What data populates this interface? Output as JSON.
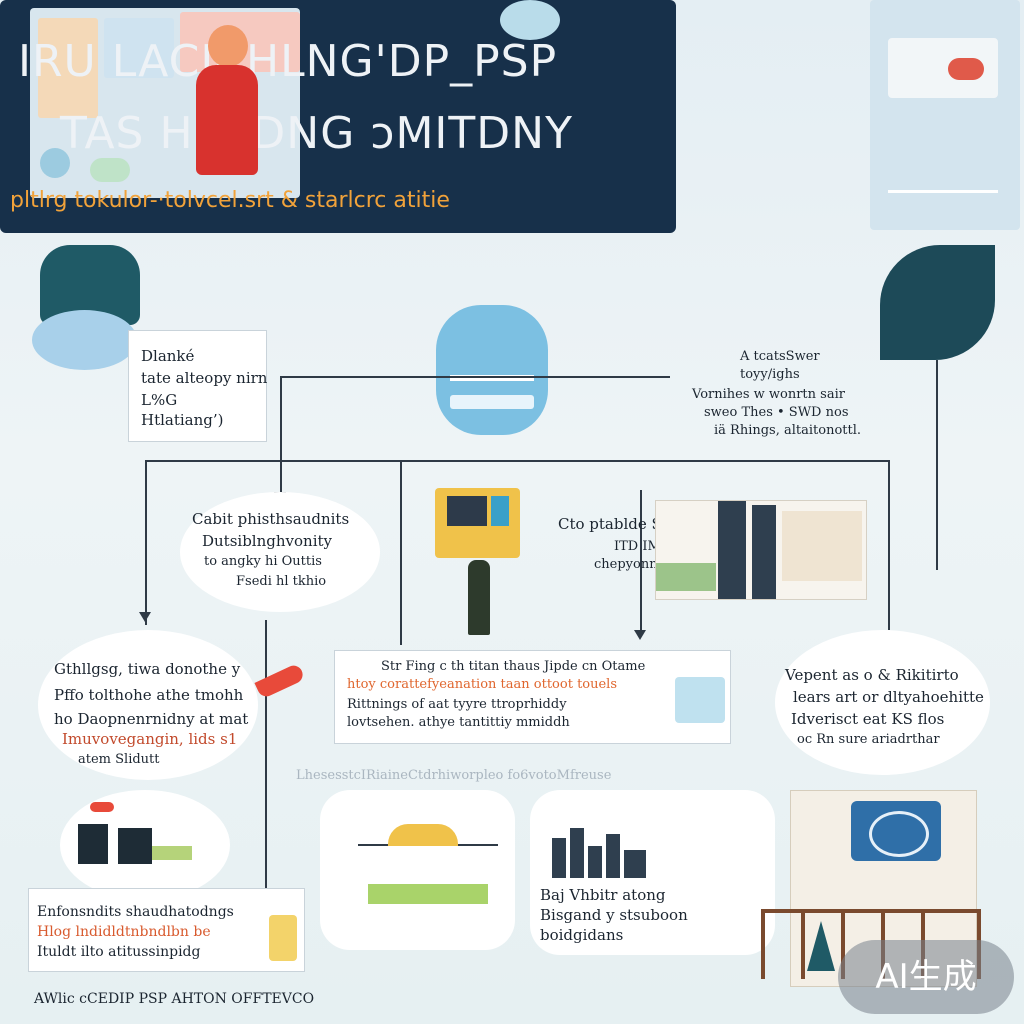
{
  "banner": {
    "line1": "IRU LACICHLNG'DP_PSP",
    "line2": "TAS HSSDNG ɔMITDNY",
    "line3": "pltlrg tokulor-·tolvcel.srt & starlcrc atitie"
  },
  "nodes": {
    "top_left": [
      "Dlanké",
      "tate alteopy nirn",
      "L%G",
      "Htlatiang’)"
    ],
    "top_right": [
      "A tcatsSwer",
      "toyy/ighs",
      "Vornihes w wonrtn sair",
      "sweo Thes • SWD nos",
      "iä Rhings, altaitonottl."
    ],
    "mid_left": [
      "Cabit phisthsaudnits",
      "Dutsiblnghvonity",
      "to angky hi Outtis",
      "Fsedi hl tkhio"
    ],
    "mid_right": [
      "Cto ptablde Satinite",
      "ITD IM legp",
      "chepyonn"
    ],
    "left": [
      "Gthllgsg, tiwa donothe y",
      "Pffo tolthohe athe tmohh",
      "ho Daopnenrnidny at mat",
      "Imuvovegangin, lids s1",
      "atem Slidutt"
    ],
    "center": [
      "Str Fing c  th titan thaus  Jipde  cn Otame",
      "htoy  corattefyeanation taan ottoot touels",
      "Rittnings  of aat tyyre ttroprhiddy",
      "lovtsehen.        athye tantittiy mmiddh"
    ],
    "right": [
      "Vepent as o & Rikitirto",
      "lears art or dltyahoehitte",
      "Idverisct eat KS flos",
      "oc Rn sure ariadrthar"
    ],
    "divider_caption": "LhesesstcIRiaineCtdrhiworpleo fo6votoMfreuse",
    "bottom_left": [
      "Enfonsndits shaudhatodngs",
      "Hlog lndidldtnbndlbn be",
      "Ituldt ilto atitussinpidg"
    ],
    "bottom_center": [
      "Baj Vhbitr atong",
      "Bisgand y stsuboon",
      "boidgidans"
    ],
    "footer": "AWlic cCEDIP PSP AHTON OFFTEVCO"
  },
  "badge": "AI生成",
  "colors": {
    "banner": "#17304a",
    "accent": "#f1a23a",
    "connector": "#2f3a46",
    "red": "#e84a3a"
  },
  "icons": [
    "person-icon",
    "gear-icon",
    "chat-bubble-icon",
    "plant-icon",
    "city-skyline-icon",
    "bridge-icon",
    "robot-icon",
    "bird-icon",
    "dashboard-icon"
  ]
}
